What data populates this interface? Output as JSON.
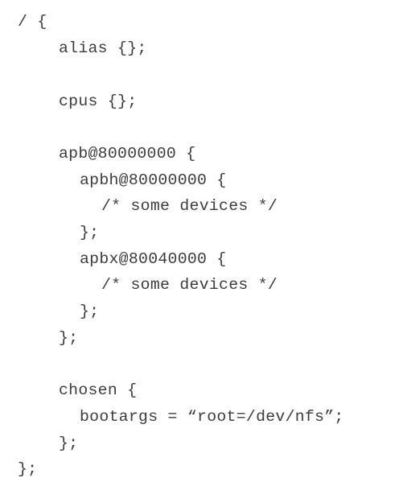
{
  "code": {
    "root_open": "/ {",
    "alias": "alias {};",
    "cpus": "cpus {};",
    "apb_open": "apb@80000000 {",
    "apbh_open": "apbh@80000000 {",
    "apbh_comment": "/* some devices */",
    "apbh_close": "};",
    "apbx_open": "apbx@80040000 {",
    "apbx_comment": "/* some devices */",
    "apbx_close": "};",
    "apb_close": "};",
    "chosen_open": "chosen {",
    "bootargs": "bootargs = “root=/dev/nfs”;",
    "chosen_close": "};",
    "root_close": "};"
  }
}
